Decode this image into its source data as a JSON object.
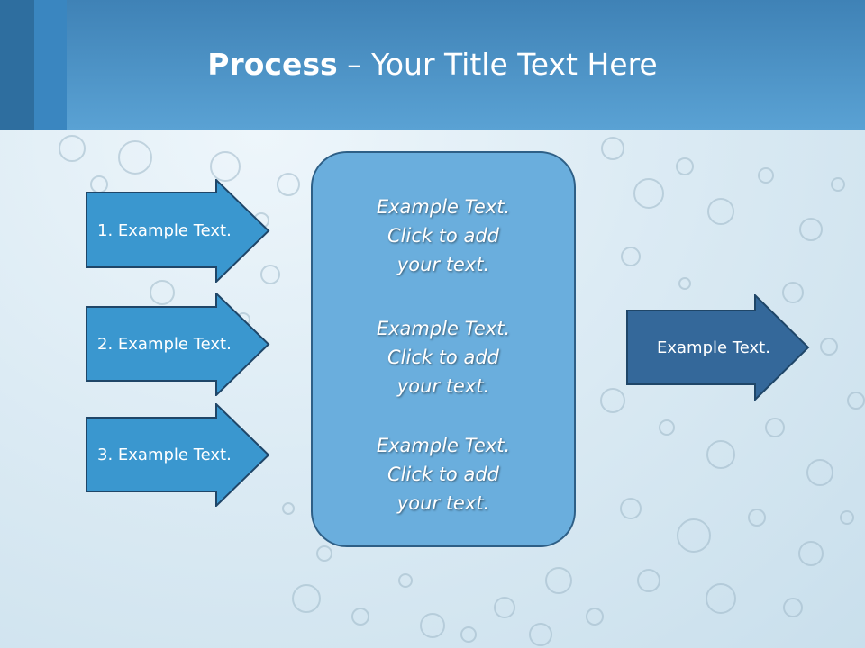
{
  "slide": {
    "title_bold": "Process",
    "title_rest": " – Your Title Text Here"
  },
  "inputs": [
    {
      "label": "1. Example Text."
    },
    {
      "label": "2. Example Text."
    },
    {
      "label": "3. Example Text."
    }
  ],
  "center": {
    "blocks": [
      [
        "Example Text.",
        "Click  to add",
        "your text."
      ],
      [
        "Example Text.",
        "Click  to add",
        "your text."
      ],
      [
        "Example Text.",
        "Click  to add",
        "your text."
      ]
    ]
  },
  "output": {
    "label": "Example Text."
  },
  "colors": {
    "header": "#4a92c8",
    "input_arrow": "#3a97cf",
    "output_arrow": "#34689a",
    "center_box": "#6aaedd",
    "outline": "#1f4668"
  }
}
